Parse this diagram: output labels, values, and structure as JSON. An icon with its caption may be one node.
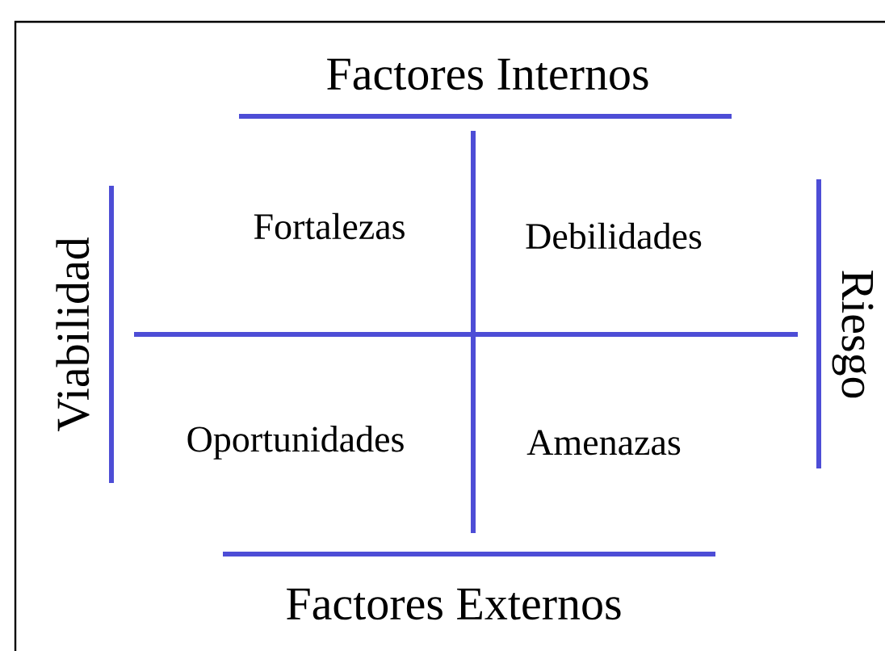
{
  "diagram": {
    "labels": [
      "Factores Internos",
      "Viabilidad",
      "Fortalezas",
      "Debilidades",
      "Riesgo",
      "Oportunidades",
      "Amenazas",
      "Factores Externos"
    ]
  }
}
